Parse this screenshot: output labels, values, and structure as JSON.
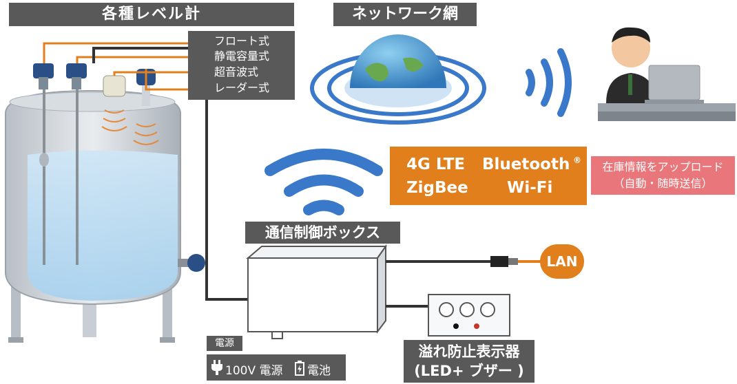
{
  "level_meters": {
    "title": "各種レベル計",
    "methods": [
      "フロート式",
      "静電容量式",
      "超音波式",
      "レーダー式"
    ]
  },
  "network": {
    "title": "ネットワーク網"
  },
  "comm": {
    "lte": "4G LTE",
    "bluetooth": "Bluetooth",
    "registered": "®",
    "zigbee": "ZigBee",
    "wifi": "Wi-Fi"
  },
  "inventory": {
    "line1": "在庫情報をアップロード",
    "line2": "（自動・随時送信）"
  },
  "control_box": {
    "title": "通信制御ボックス"
  },
  "lan": {
    "label": "LAN"
  },
  "power": {
    "small_label": "電源",
    "ac": "100V 電源",
    "battery": "電池"
  },
  "overflow": {
    "line1": "溢れ防止表示器",
    "line2": "(LED+ ブザー )"
  },
  "colors": {
    "accent_orange": "#e07f1c",
    "label_gray": "#595959",
    "wave_blue": "#3a78c9",
    "pink": "#e8767a"
  }
}
